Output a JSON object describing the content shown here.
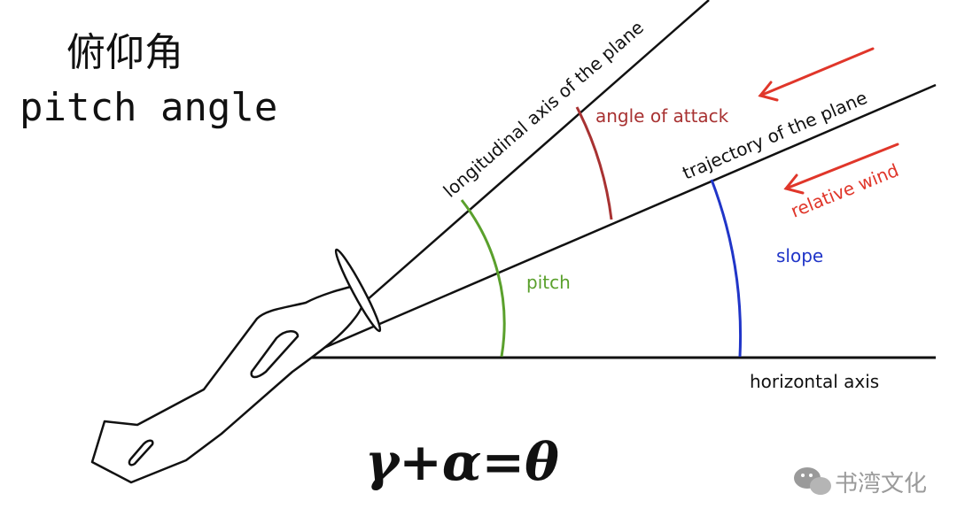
{
  "title": {
    "zh": "俯仰角",
    "en": "pitch angle"
  },
  "lines": {
    "longitudinal_axis": "longitudinal  axis of the plane",
    "trajectory": "trajectory of the plane",
    "horizontal_axis": "horizontal axis"
  },
  "angles": {
    "angle_of_attack": "angle of attack",
    "pitch": "pitch",
    "slope": "slope"
  },
  "wind": {
    "label": "relative wind"
  },
  "formula": "γ+α=θ",
  "watermark": {
    "text": "书湾文化"
  },
  "colors": {
    "line": "#111111",
    "angle_of_attack": "#a83232",
    "pitch": "#5aa02c",
    "slope": "#2035c8",
    "wind": "#e0362a",
    "watermark": "#9a9a9a"
  },
  "icons": {
    "plane": "airplane-outline-icon",
    "wind_arrows": "left-arrow-icon",
    "watermark": "wechat-icon"
  }
}
